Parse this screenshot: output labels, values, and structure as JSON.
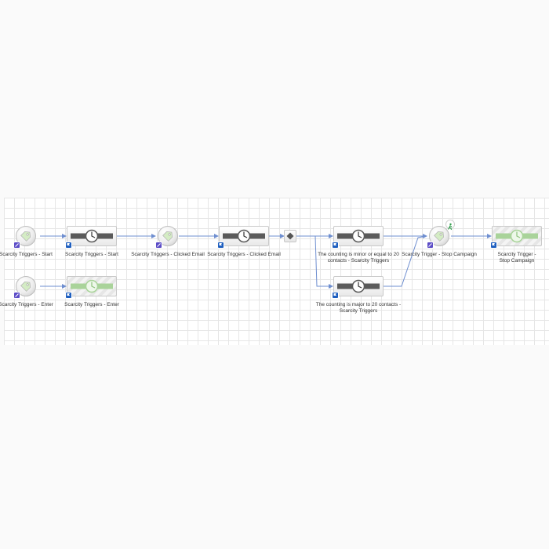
{
  "nodes": {
    "trigger_start": {
      "label": "Scarcity Triggers - Start",
      "icon": "tag-icon"
    },
    "wait_start": {
      "label": "Scarcity Triggers - Start",
      "icon": "clock-icon"
    },
    "trigger_clicked": {
      "label": "Scarcity Triggers - Clicked Email",
      "icon": "tag-icon"
    },
    "wait_clicked": {
      "label": "Scarcity Triggers - Clicked Email",
      "icon": "clock-icon"
    },
    "decision": {
      "icon": "diamond-icon"
    },
    "wait_minor": {
      "label": "The counting is minor or equal to 20 contacts - Scarcity Triggers",
      "icon": "clock-icon"
    },
    "wait_major": {
      "label": "The counting is major to 20 contacts - Scarcity Triggers",
      "icon": "clock-icon"
    },
    "trigger_stop": {
      "label": "Scarcity Trigger - Stop Campaign",
      "icon": "tag-icon",
      "extra_icon": "walking-person-icon"
    },
    "wait_stop": {
      "label": "Scarcity Trigger - Stop Campaign",
      "icon": "clock-icon"
    },
    "trigger_enter": {
      "label": "Scarcity Triggers - Enter",
      "icon": "tag-icon"
    },
    "wait_enter": {
      "label": "Scarcity Triggers - Enter",
      "icon": "clock-icon"
    }
  },
  "colors": {
    "wire": "#6f8fd0",
    "trigger_badge": "#5b4cc6",
    "wait_badge": "#1f5fbf",
    "wait_bar": "#5a5a5a",
    "disabled_bar": "#a9d39a",
    "person": "#2e9c4a"
  }
}
